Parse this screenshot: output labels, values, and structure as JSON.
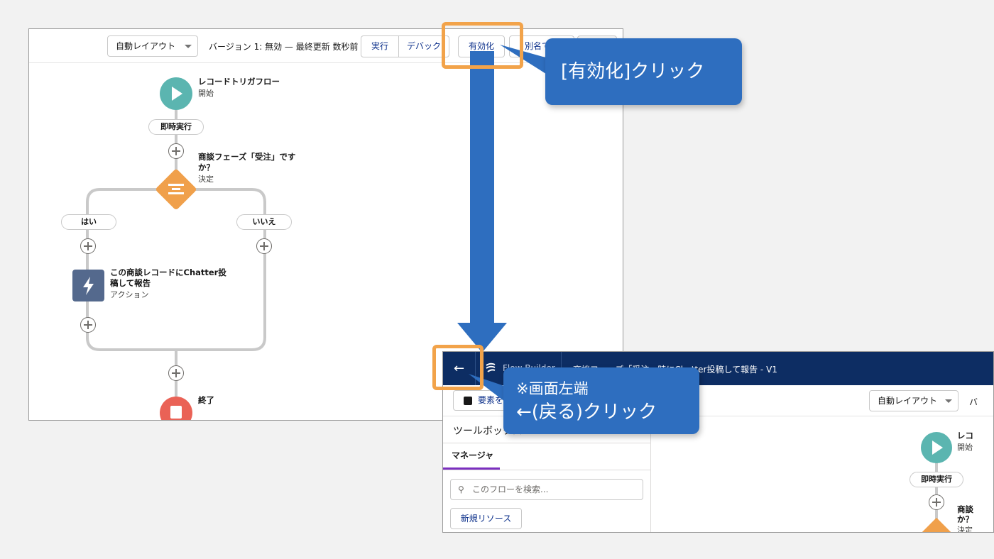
{
  "screenshot1": {
    "toolbar": {
      "layout_select": "自動レイアウト",
      "version_text": "バージョン 1: 無効 — 最終更新 数秒前",
      "run_label": "実行",
      "debug_label": "デバック",
      "activate_label": "有効化",
      "save_as_label": "別名で保"
    },
    "flow": {
      "start_title": "レコードトリガフロー",
      "start_sub": "開始",
      "immediate_label": "即時実行",
      "decision_title_line1": "商談フェーズ「受注」です",
      "decision_title_line2": "か？",
      "decision_sub": "決定",
      "yes_label": "はい",
      "no_label": "いいえ",
      "action_title_line1": "この商談レコードにChatter投",
      "action_title_line2": "稿して報告",
      "action_sub": "アクション",
      "end_title": "終了"
    }
  },
  "screenshot2": {
    "app_name": "Flow Builder",
    "flow_title": "商談フェーズ「受注」時にChatter投稿して報告 - V1",
    "add_element_label": "要素を追加",
    "layout_select": "自動レイアウト",
    "toolbox_title": "ツールボックス",
    "manager_tab": "マネージャ",
    "search_placeholder": "このフローを検索...",
    "new_resource_label": "新規リソース",
    "start_title": "レコ",
    "start_sub": "開始",
    "immediate_label": "即時実行",
    "decision_title_line1": "商談",
    "decision_title_line2": "か？",
    "decision_sub": "決定"
  },
  "callouts": {
    "activate_click": "[有効化]クリック",
    "back_note_line1": "※画面左端",
    "back_note_line2": "←(戻る)クリック"
  },
  "colors": {
    "callout_blue": "#2e6ebf",
    "highlight_orange": "#f2a34a",
    "start_teal": "#5bb5b0",
    "decision_orange": "#f0a04b",
    "action_slate": "#54698d",
    "end_red": "#ea6256",
    "navbar_navy": "#0d2d63"
  }
}
